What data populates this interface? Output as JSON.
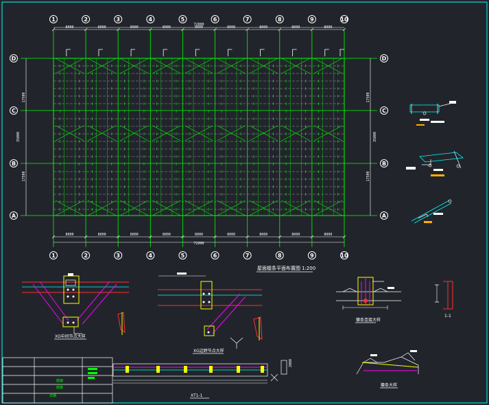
{
  "columns": [
    "1",
    "2",
    "3",
    "4",
    "5",
    "6",
    "7",
    "8",
    "9",
    "10"
  ],
  "rows": [
    "D",
    "C",
    "B",
    "A"
  ],
  "plan": {
    "overall_dim_top": "72000",
    "overall_dim_bottom": "72000",
    "bay_dims_top": [
      "8000",
      "8000",
      "8000",
      "8000",
      "8000",
      "8000",
      "8000",
      "8000",
      "8000"
    ],
    "bay_dims_bottom": [
      "8000",
      "8000",
      "8000",
      "8000",
      "8000",
      "8000",
      "8000",
      "8000",
      "8000"
    ],
    "row_dims_left": [
      "17500",
      "17500"
    ],
    "row_total_left": "35000",
    "row_dims_right": [
      "17500",
      "17500"
    ],
    "row_total_right": "35000",
    "title": "屋面檩条平面布置图",
    "scale": "1:200"
  },
  "details": {
    "d1_label": "XG中间节点大样",
    "d2_label": "XG边跨节点大样",
    "d3_label": "檩条连接大样",
    "d4_label": "檩条大样",
    "d5_label": "1-1",
    "section_label": "XT1-1",
    "side_dim": "2000"
  },
  "title_block": {
    "rows": [
      "",
      "",
      "",
      "",
      ""
    ],
    "labels": [
      "屋面",
      "结施",
      "日期"
    ]
  }
}
